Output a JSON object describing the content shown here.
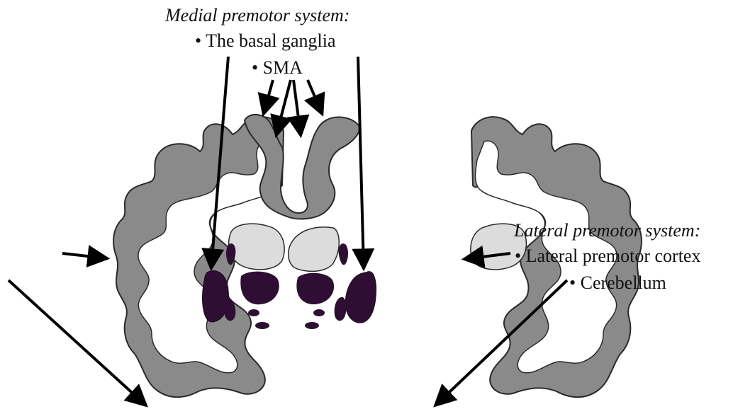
{
  "medial": {
    "title": "Medial premotor system:",
    "items": [
      "• The basal ganglia",
      "• SMA"
    ]
  },
  "lateral": {
    "title": "Lateral premotor system:",
    "items": [
      "• Lateral premotor cortex",
      "• Cerebellum"
    ]
  },
  "colors": {
    "cortex": "#8a8a8a",
    "outline": "#2a2a2a",
    "thalamus": "#dcdcdc",
    "nuclei": "#2e0f33",
    "arrows": "#000000",
    "background": "#ffffff"
  }
}
